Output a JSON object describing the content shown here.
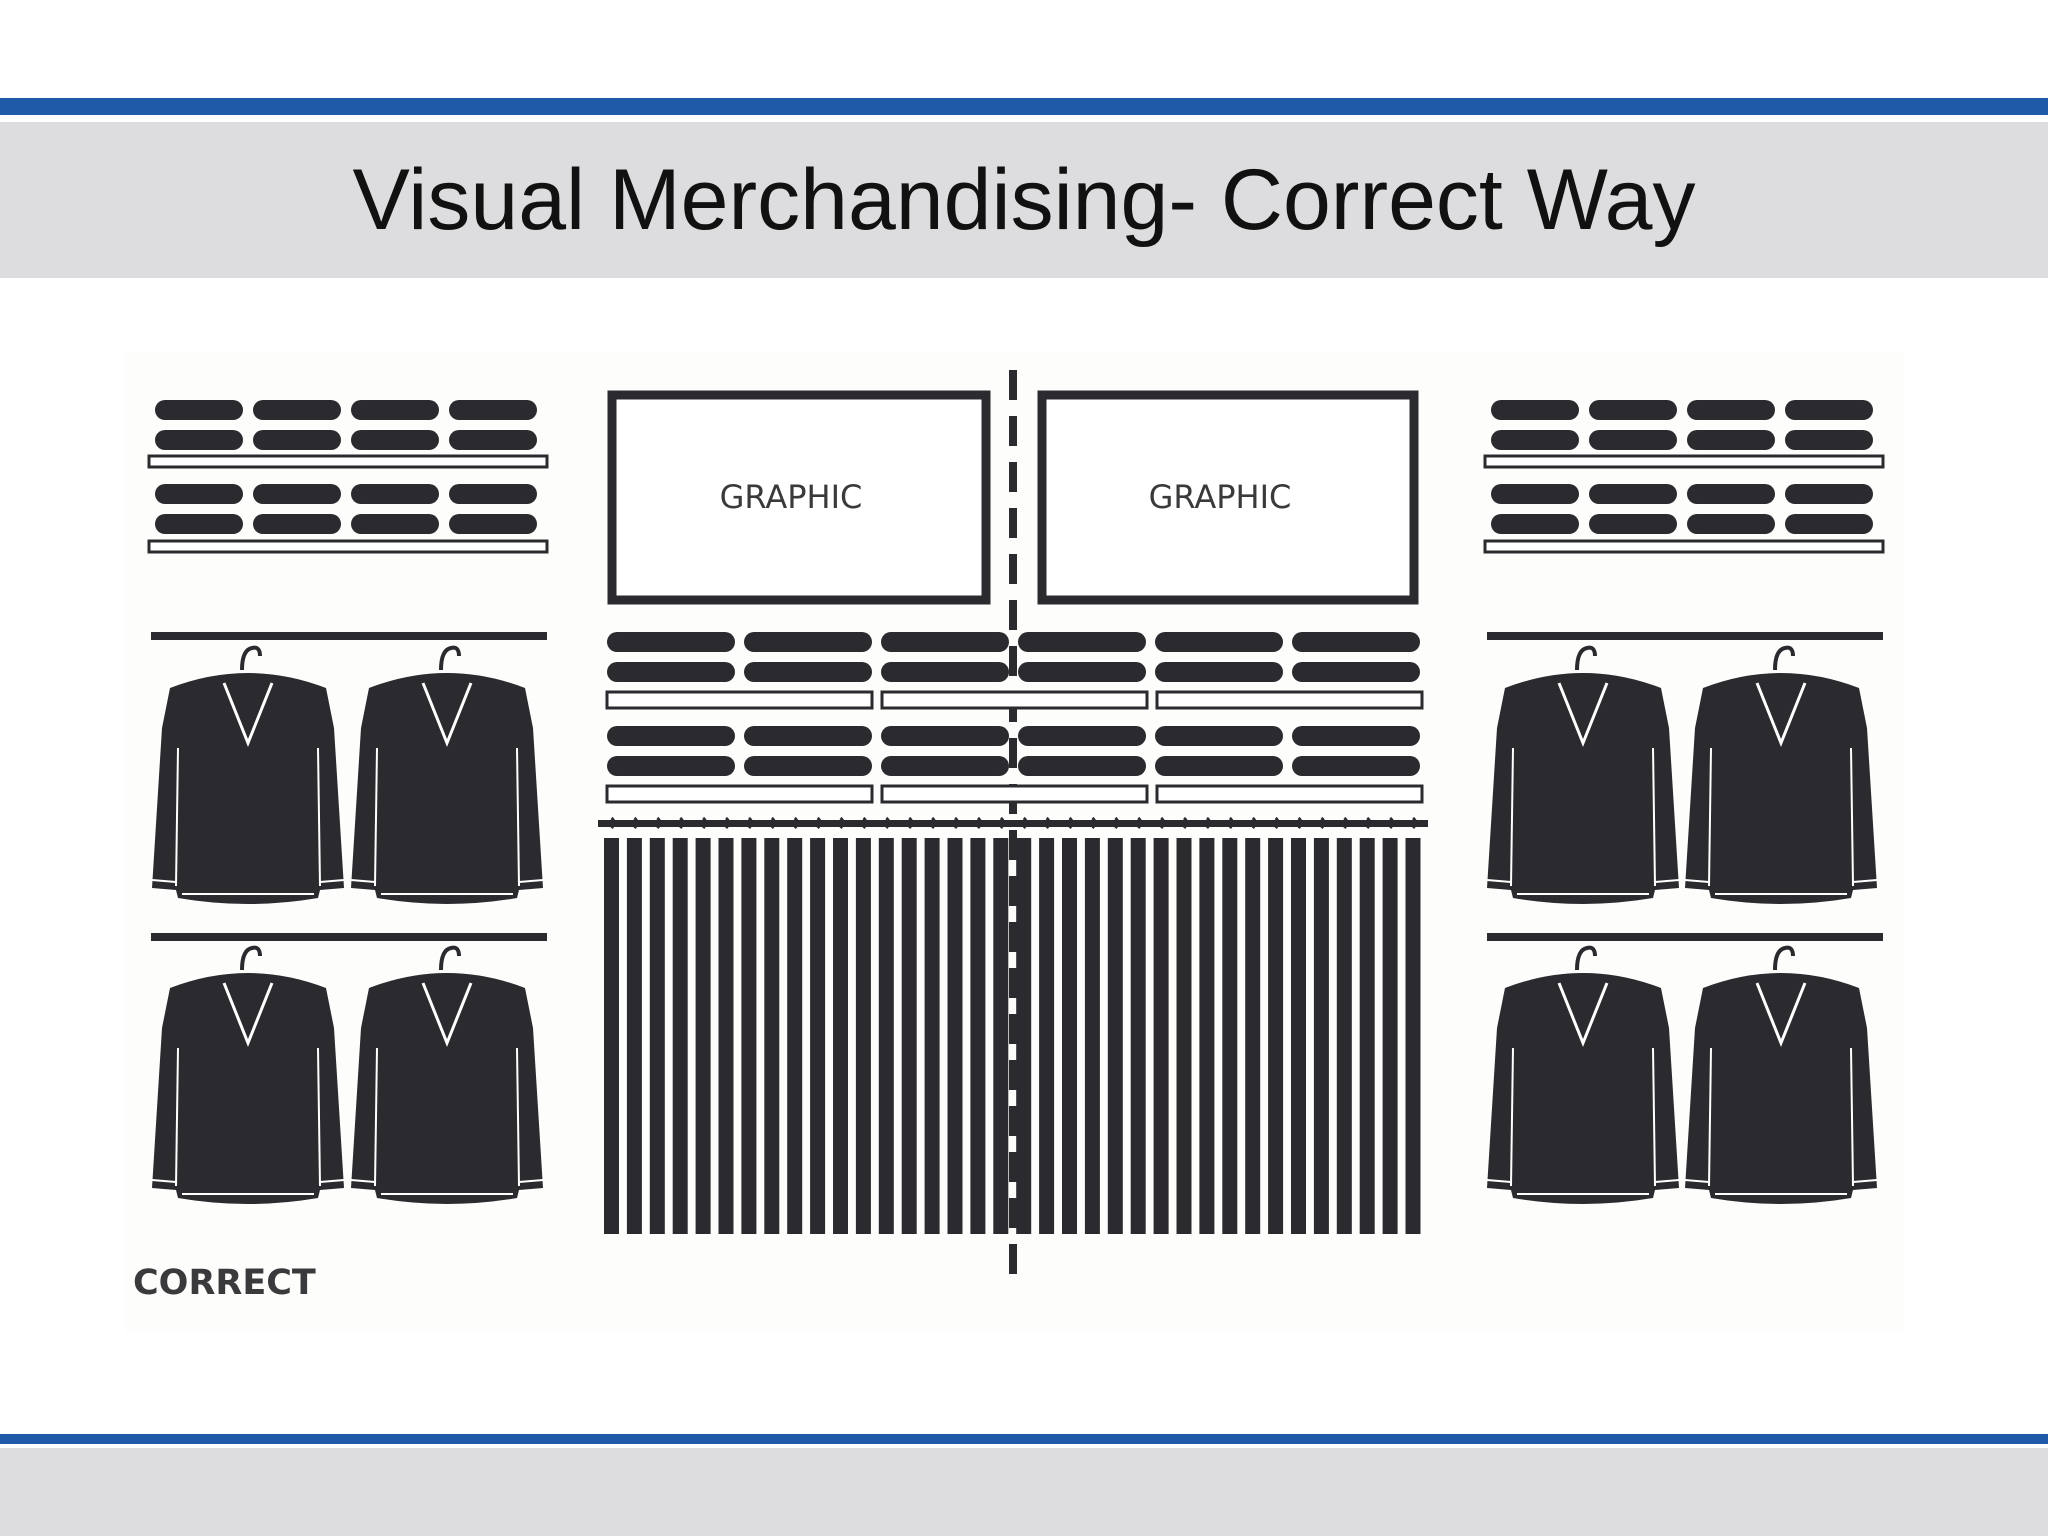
{
  "slide": {
    "title": "Visual Merchandising- Correct Way",
    "accent_color": "#1f5aa8",
    "band_color": "#dddcde"
  },
  "diagram": {
    "graphic_left_label": "GRAPHIC",
    "graphic_right_label": "GRAPHIC",
    "caption": "CORRECT",
    "ink_color": "#2b2a2e"
  }
}
